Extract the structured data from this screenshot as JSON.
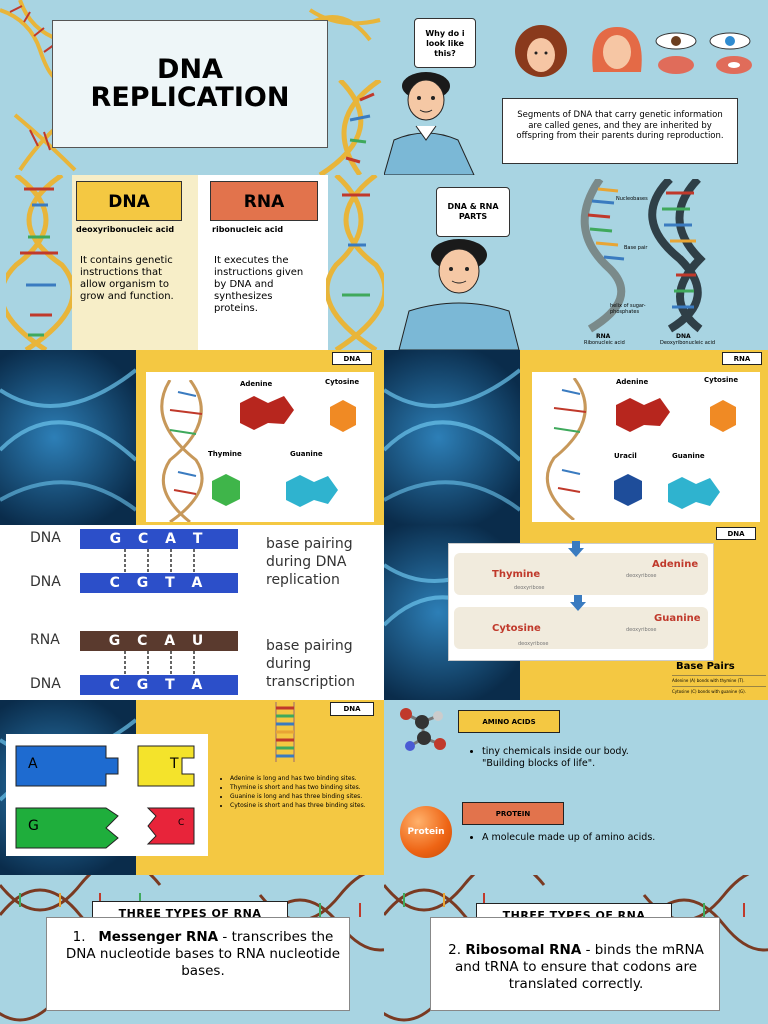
{
  "s1": {
    "title_line1": "DNA",
    "title_line2": "REPLICATION"
  },
  "s2": {
    "bubble": "Why do i look like this?",
    "text": "Segments of DNA that carry genetic information are called genes, and they are inherited by offspring from their parents during reproduction."
  },
  "s3": {
    "dna_title": "DNA",
    "dna_sub": "deoxyribonucleic acid",
    "dna_text": "It contains genetic instructions that allow organism to grow and function.",
    "rna_title": "RNA",
    "rna_sub": "ribonucleic acid",
    "rna_text": "It executes the instructions given by DNA and synthesizes proteins."
  },
  "s4": {
    "bubble": "DNA & RNA PARTS",
    "nucleobases": "Nucleobases",
    "base_pair": "Base pair",
    "helix": "helix of sugar-phosphates",
    "rna": "RNA",
    "rna_sub": "Ribonucleic acid",
    "dna": "DNA",
    "dna_sub": "Deoxyribonucleic acid"
  },
  "s5": {
    "tag": "DNA",
    "adenine": "Adenine",
    "cytosine": "Cytosine",
    "thymine": "Thymine",
    "guanine": "Guanine"
  },
  "s6": {
    "tag": "RNA",
    "adenine": "Adenine",
    "cytosine": "Cytosine",
    "uracil": "Uracil",
    "guanine": "Guanine"
  },
  "s7": {
    "rows": [
      {
        "label": "DNA",
        "seq": "G C A T"
      },
      {
        "label": "DNA",
        "seq": "C G T A"
      },
      {
        "label": "RNA",
        "seq": "G C A U"
      },
      {
        "label": "DNA",
        "seq": "C G T A"
      }
    ],
    "cap1": "base pairing during DNA replication",
    "cap2": "base pairing during transcription"
  },
  "s8": {
    "tag": "DNA",
    "thymine": "Thymine",
    "adenine": "Adenine",
    "cytosine": "Cytosine",
    "guanine": "Guanine",
    "deoxy": "deoxyribose",
    "title": "Base Pairs",
    "line1": "Adenine (A) bonds with thymine (T).",
    "line2": "Cytosine (C) bonds with guanine (G)."
  },
  "s9": {
    "tag": "DNA",
    "a": "A",
    "t": "T",
    "g": "G",
    "c": "C",
    "bullets": [
      "Adenine is long and has two binding sites.",
      "Thymine is short and has two binding sites.",
      "Guanine is long and has three binding sites.",
      "Cytosine is short and has three binding sites."
    ]
  },
  "s10": {
    "amino_tag": "AMINO ACIDS",
    "amino_text": "tiny chemicals inside our body. \"Building blocks of life\".",
    "protein_tag": "PROTEIN",
    "protein_ball": "Protein",
    "protein_text": "A molecule made up of amino acids."
  },
  "s11": {
    "tag": "THREE TYPES OF RNA",
    "num": "1.",
    "name": "Messenger RNA",
    "text": " - transcribes the DNA nucleotide bases to RNA nucleotide bases."
  },
  "s12": {
    "tag": "THREE TYPES OF RNA",
    "num": "2.",
    "name": "Ribosomal RNA",
    "text": " - binds the mRNA and tRNA to ensure that codons are translated correctly."
  }
}
